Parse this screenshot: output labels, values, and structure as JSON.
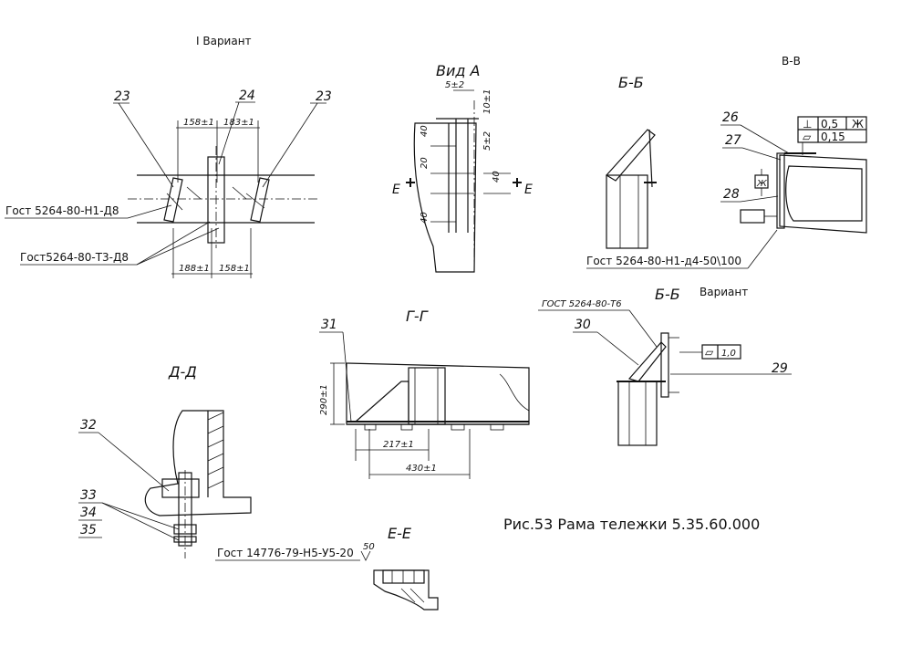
{
  "figure": {
    "caption": "Рис.53 Рама тележки 5.35.60.000"
  },
  "views": {
    "variant1": {
      "title": "I Вариант",
      "dims": [
        "158±1",
        "183±1",
        "188±1",
        "158±1"
      ],
      "callouts": [
        "23",
        "24",
        "23"
      ],
      "weld_notes": [
        "Гост 5264-80-Н1-Д8",
        "Гост5264-80-Т3-Д8"
      ]
    },
    "vid_a": {
      "title": "Вид А",
      "dims": [
        "5±2",
        "10±1",
        "5±2",
        "40",
        "20",
        "40",
        "40"
      ],
      "section_marks": [
        "Е",
        "Е"
      ]
    },
    "bb_top": {
      "title": "Б-Б"
    },
    "vv": {
      "title": "В-В",
      "callouts": [
        "26",
        "27",
        "28"
      ],
      "tolerances": [
        {
          "symbol": "⊥",
          "value": "0,5",
          "datum": "Ж"
        },
        {
          "symbol": "▱",
          "value": "0,15"
        }
      ],
      "datum_marker": "Ж",
      "weld_note": "Гост 5264-80-Н1-д4-50\\100"
    },
    "bb_variant": {
      "title": "Б-Б",
      "subtitle": "Вариант",
      "weld_note": "ГОСТ 5264-80-Т6",
      "callouts": [
        "30",
        "29"
      ],
      "tolerance": {
        "symbol": "▱",
        "value": "1,0"
      }
    },
    "gg": {
      "title": "Г-Г",
      "callouts": [
        "31"
      ],
      "dims": [
        "290±1",
        "217±1",
        "430±1"
      ]
    },
    "dd": {
      "title": "Д-Д",
      "callouts": [
        "32",
        "33",
        "34",
        "35"
      ],
      "weld_note": "Гост 14776-79-Н5-У5-20",
      "weld_mark": "50"
    },
    "ee": {
      "title": "Е-Е"
    }
  }
}
